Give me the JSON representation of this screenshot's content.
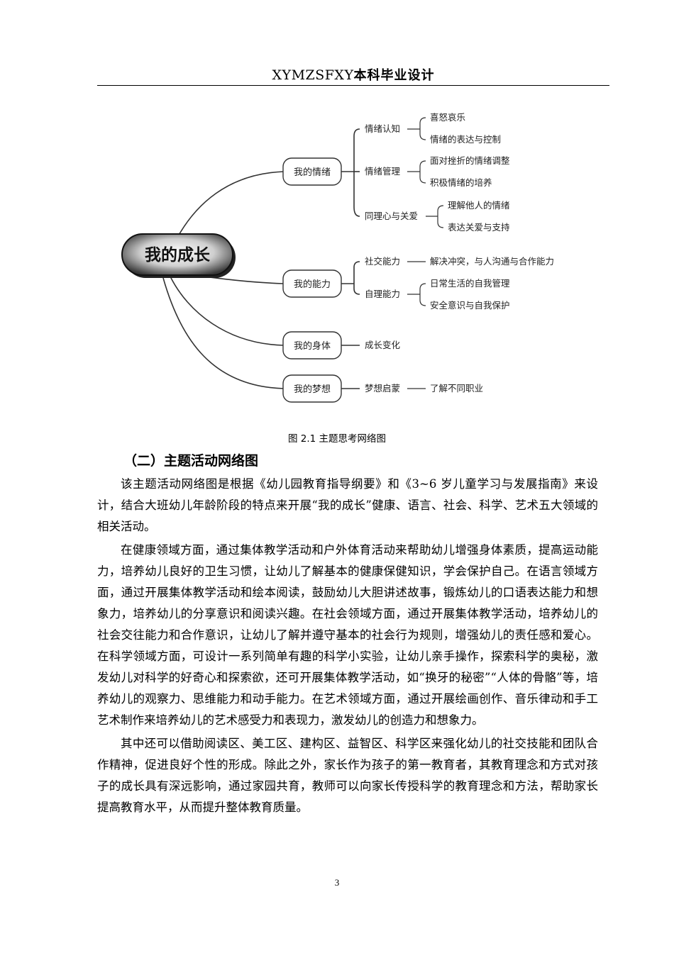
{
  "header": {
    "latin": "XYMZSFXY",
    "title": "本科毕业设计"
  },
  "mindmap": {
    "root": "我的成长",
    "branches": [
      {
        "label": "我的情绪",
        "subs": [
          {
            "label": "情绪认知",
            "leaves": [
              "喜怒哀乐",
              "情绪的表达与控制"
            ]
          },
          {
            "label": "情绪管理",
            "leaves": [
              "面对挫折的情绪调整",
              "积极情绪的培养"
            ]
          },
          {
            "label": "同理心与关爱",
            "leaves": [
              "理解他人的情绪",
              "表达关爱与支持"
            ]
          }
        ]
      },
      {
        "label": "我的能力",
        "subs": [
          {
            "label": "社交能力",
            "leaves": [
              "解决冲突，与人沟通与合作能力"
            ]
          },
          {
            "label": "自理能力",
            "leaves": [
              "日常生活的自我管理",
              "安全意识与自我保护"
            ]
          }
        ]
      },
      {
        "label": "我的身体",
        "subs": [
          {
            "label": "成长变化",
            "leaves": []
          }
        ]
      },
      {
        "label": "我的梦想",
        "subs": [
          {
            "label": "梦想启蒙",
            "leaves": [
              "了解不同职业"
            ]
          }
        ]
      }
    ]
  },
  "caption": "图 2.1 主题思考网络图",
  "section_title": "（二）主题活动网络图",
  "paragraphs": [
    "该主题活动网络图是根据《幼儿园教育指导纲要》和《3~6 岁儿童学习与发展指南》来设计，结合大班幼儿年龄阶段的特点来开展“我的成长”健康、语言、社会、科学、艺术五大领域的相关活动。",
    "在健康领域方面，通过集体教学活动和户外体育活动来帮助幼儿增强身体素质，提高运动能力，培养幼儿良好的卫生习惯，让幼儿了解基本的健康保健知识，学会保护自己。在语言领域方面，通过开展集体教学活动和绘本阅读，鼓励幼儿大胆讲述故事，锻炼幼儿的口语表达能力和想象力，培养幼儿的分享意识和阅读兴趣。在社会领域方面，通过开展集体教学活动，培养幼儿的社会交往能力和合作意识，让幼儿了解并遵守基本的社会行为规则，增强幼儿的责任感和爱心。在科学领域方面，可设计一系列简单有趣的科学小实验，让幼儿亲手操作，探索科学的奥秘，激发幼儿对科学的好奇心和探索欲，还可开展集体教学活动，如“换牙的秘密”“人体的骨骼”等，培养幼儿的观察力、思维能力和动手能力。在艺术领域方面，通过开展绘画创作、音乐律动和手工艺术制作来培养幼儿的艺术感受力和表现力，激发幼儿的创造力和想象力。",
    "其中还可以借助阅读区、美工区、建构区、益智区、科学区来强化幼儿的社交技能和团队合作精神，促进良好个性的形成。除此之外，家长作为孩子的第一教育者，其教育理念和方式对孩子的成长具有深远影响，通过家园共育，教师可以向家长传授科学的教育理念和方法，帮助家长提高教育水平，从而提升整体教育质量。"
  ],
  "page_number": "3"
}
